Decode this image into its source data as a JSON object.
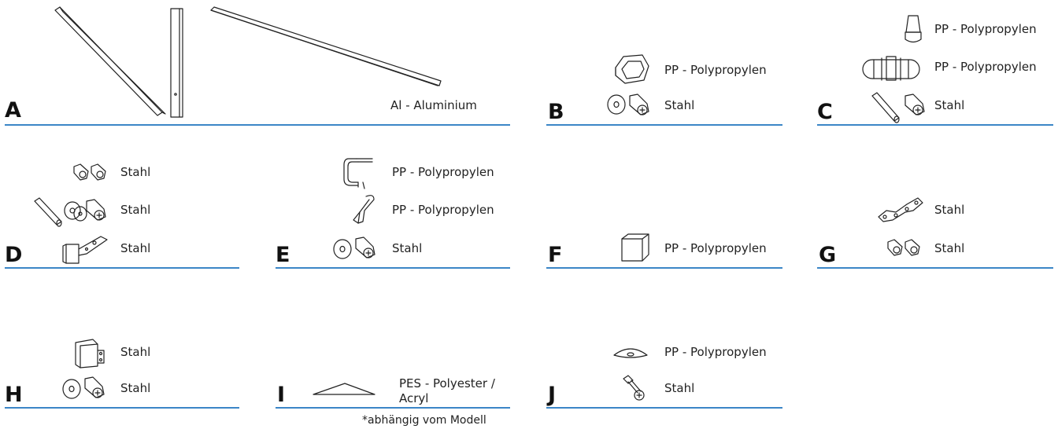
{
  "groups": {
    "A": {
      "letter": "A",
      "material": "Al - Aluminium"
    },
    "B": {
      "letter": "B",
      "materials": [
        "PP - Polypropylen",
        "Stahl"
      ]
    },
    "C": {
      "letter": "C",
      "materials": [
        "PP - Polypropylen",
        "PP - Polypropylen",
        "Stahl"
      ]
    },
    "D": {
      "letter": "D",
      "materials": [
        "Stahl",
        "Stahl",
        "Stahl"
      ]
    },
    "E": {
      "letter": "E",
      "materials": [
        "PP - Polypropylen",
        "PP - Polypropylen",
        "Stahl"
      ]
    },
    "F": {
      "letter": "F",
      "materials": [
        "PP - Polypropylen"
      ]
    },
    "G": {
      "letter": "G",
      "materials": [
        "Stahl",
        "Stahl"
      ]
    },
    "H": {
      "letter": "H",
      "materials": [
        "Stahl",
        "Stahl"
      ]
    },
    "I": {
      "letter": "I",
      "material_line1": "PES - Polyester /",
      "material_line2": "Acryl"
    },
    "J": {
      "letter": "J",
      "materials": [
        "PP - Polypropylen",
        "Stahl"
      ]
    }
  },
  "footnote": "*abhängig vom Modell",
  "colors": {
    "divider": "#3b86c7",
    "text": "#222222"
  },
  "icons": [
    "tube-icon",
    "washer-icon",
    "screw-icon",
    "cap-icon",
    "connector-icon",
    "bracket-icon",
    "clip-icon",
    "hook-icon",
    "end-cap-icon",
    "plate-icon",
    "triangle-fabric-icon",
    "disc-cap-icon",
    "bolt-icon"
  ]
}
